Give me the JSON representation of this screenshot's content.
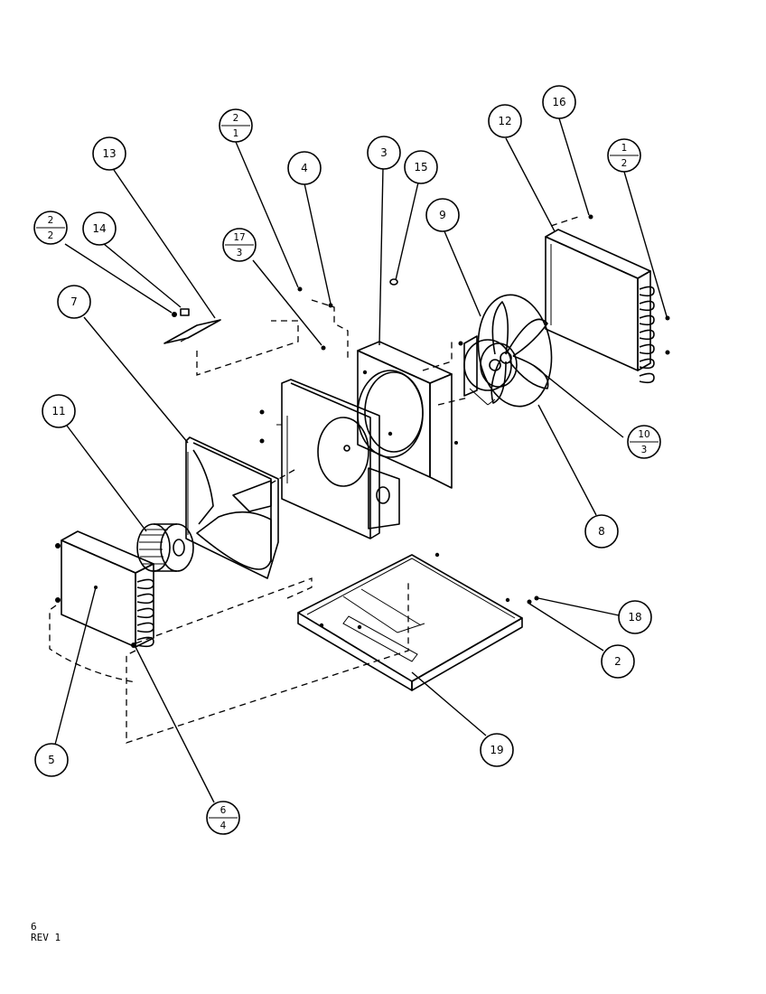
{
  "callouts": [
    {
      "id": "c13",
      "kind": "single",
      "label": "13"
    },
    {
      "id": "c2a",
      "kind": "fraction",
      "top": "2",
      "bottom": "1"
    },
    {
      "id": "c4",
      "kind": "single",
      "label": "4"
    },
    {
      "id": "c3",
      "kind": "single",
      "label": "3"
    },
    {
      "id": "c15",
      "kind": "single",
      "label": "15"
    },
    {
      "id": "c12",
      "kind": "single",
      "label": "12"
    },
    {
      "id": "c16",
      "kind": "single",
      "label": "16"
    },
    {
      "id": "c1",
      "kind": "fraction",
      "top": "1",
      "bottom": "2"
    },
    {
      "id": "c2b",
      "kind": "fraction",
      "top": "2",
      "bottom": "2"
    },
    {
      "id": "c14",
      "kind": "single",
      "label": "14"
    },
    {
      "id": "c17",
      "kind": "fraction",
      "top": "17",
      "bottom": "3"
    },
    {
      "id": "c9",
      "kind": "single",
      "label": "9"
    },
    {
      "id": "c7",
      "kind": "single",
      "label": "7"
    },
    {
      "id": "c11",
      "kind": "single",
      "label": "11"
    },
    {
      "id": "c10",
      "kind": "fraction",
      "top": "10",
      "bottom": "3"
    },
    {
      "id": "c8",
      "kind": "single",
      "label": "8"
    },
    {
      "id": "c18",
      "kind": "single",
      "label": "18"
    },
    {
      "id": "c2c",
      "kind": "single",
      "label": "2"
    },
    {
      "id": "c19",
      "kind": "single",
      "label": "19"
    },
    {
      "id": "c5",
      "kind": "single",
      "label": "5"
    },
    {
      "id": "c6",
      "kind": "fraction",
      "top": "6",
      "bottom": "4"
    }
  ],
  "footer": {
    "page_code": "6",
    "revision": "REV 1"
  }
}
